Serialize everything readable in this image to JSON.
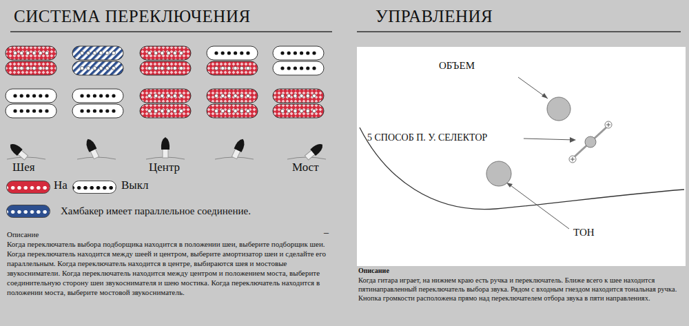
{
  "diagram": {
    "labels": [
      "СИСТЕМА ПЕРЕКЛЮЧЕНИЯ",
      "УПРАВЛЕНИЯ",
      "Шея",
      "Центр",
      "Мост",
      "Описание",
      "Когда переключатель выбора подборщика находится в положении шеи, выберите подборщик шеи. Когда переключатель находится между шеей и центром, выберите амортизатор шеи и сделайте его параллельным. Когда переключатель находится в центре, выбираются шея и мостовые звукосниматели. Когда переключатель находится между центром и положением моста, выберите соединительную сторону шеи звукоснимателя и шею мостика. Когда переключатель находится в положении моста, выберите мостовой звукосниматель.",
      "–",
      "ОБЪЕМ",
      "5 СПОСОБ П. У. СЕЛЕКТОР",
      "ТОН",
      "Описание",
      "Когда гитара играет, на нижнем краю есть ручка и переключатель. Ближе всего к шее находится пятинаправленный переключатель выбора звука. Рядом с входным гнездом находится тональная ручка. Кнопка громкости расположена прямо над переключателем отбора звука в пяти направлениях."
    ],
    "legend": [
      {
        "text": "На",
        "color": "#d42a3c"
      },
      {
        "text": "Выкл",
        "color": "#ffffff"
      },
      {
        "text": "Хамбакер имеет параллельное соединение.",
        "color": "#2d4f8f"
      }
    ]
  }
}
